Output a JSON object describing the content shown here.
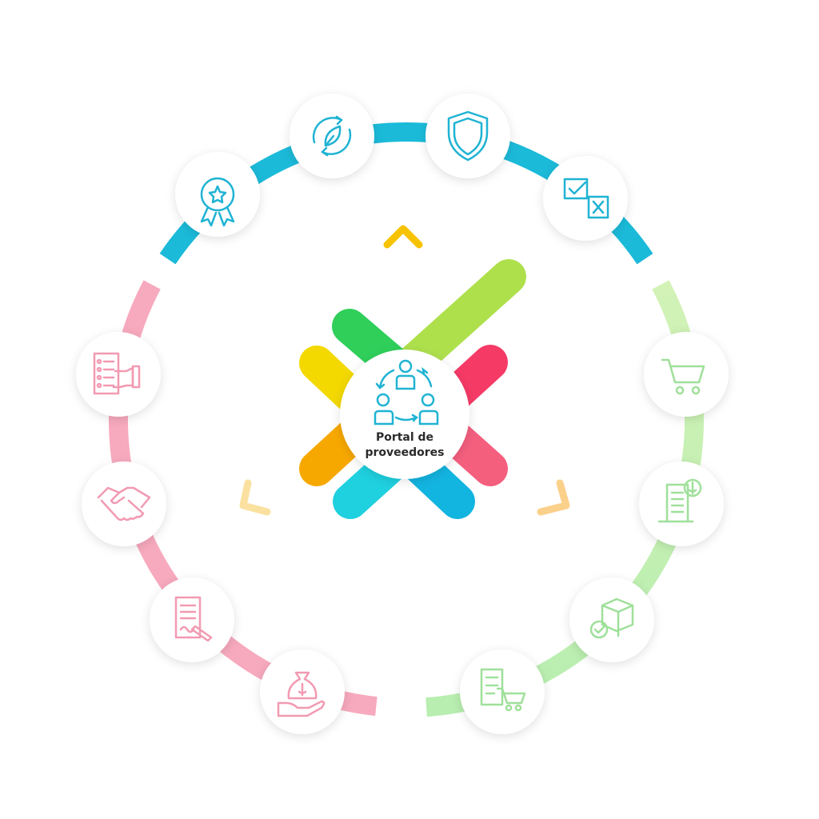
{
  "center": {
    "label_line1": "Portal de",
    "label_line2": "proveedores",
    "icon": "people-cycle-icon"
  },
  "colors": {
    "blue": "#1bbad9",
    "pink": "#f7a9bd",
    "green": "#b5eaa8",
    "icon_blue": "#1fb3d3",
    "icon_pink": "#f29ab2",
    "icon_green": "#9fe09a"
  },
  "ring_segments": [
    {
      "name": "blue-segment",
      "color": "#1bbad9"
    },
    {
      "name": "green-segment",
      "color": "#b5eaa8"
    },
    {
      "name": "pink-segment",
      "color": "#f7a9bd"
    }
  ],
  "nodes": [
    {
      "icon": "award-ribbon-icon",
      "group": "blue"
    },
    {
      "icon": "leaf-recycle-icon",
      "group": "blue"
    },
    {
      "icon": "shield-icon",
      "group": "blue"
    },
    {
      "icon": "checkbox-approve-reject-icon",
      "group": "blue"
    },
    {
      "icon": "shopping-cart-icon",
      "group": "green"
    },
    {
      "icon": "invoice-dollar-icon",
      "group": "green"
    },
    {
      "icon": "package-check-icon",
      "group": "green"
    },
    {
      "icon": "order-list-cart-icon",
      "group": "green"
    },
    {
      "icon": "money-bag-hand-icon",
      "group": "pink"
    },
    {
      "icon": "signed-contract-icon",
      "group": "pink"
    },
    {
      "icon": "handshake-icon",
      "group": "pink"
    },
    {
      "icon": "checklist-pointer-icon",
      "group": "pink"
    }
  ]
}
